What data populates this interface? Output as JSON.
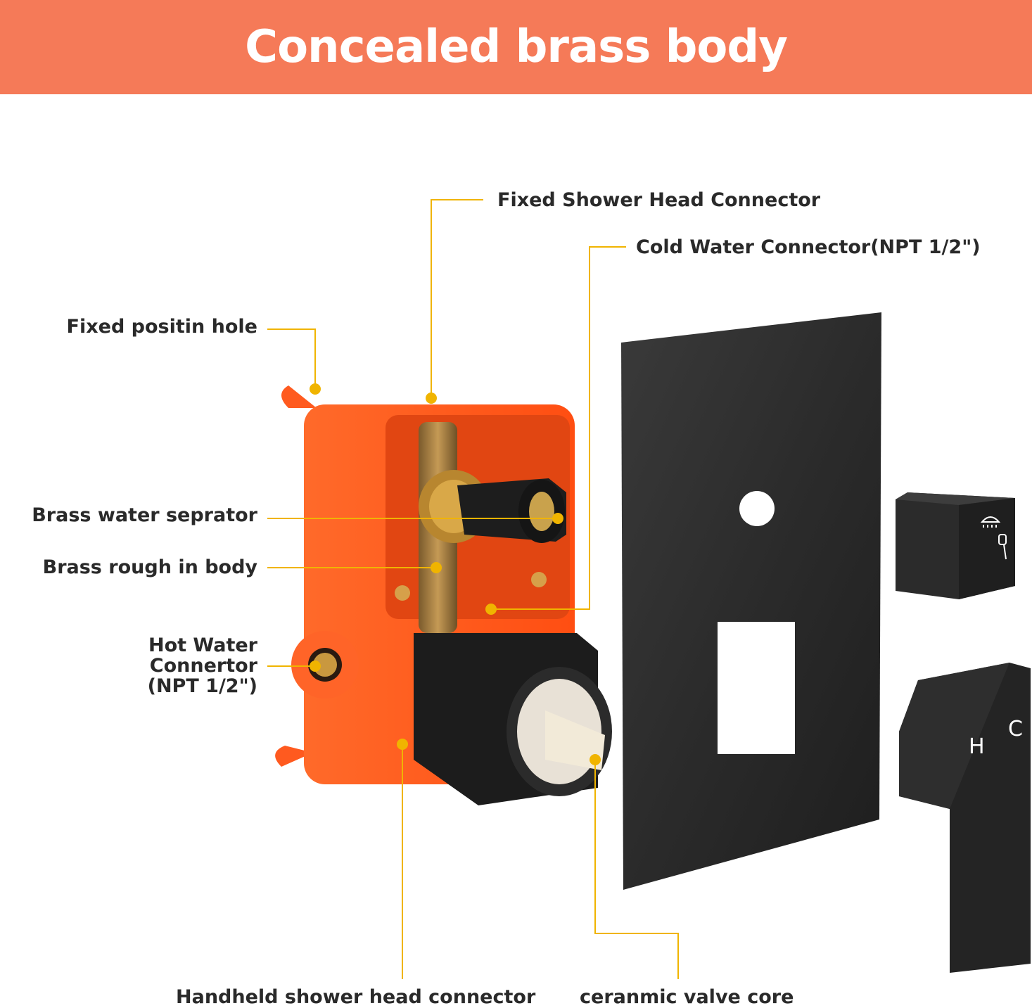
{
  "title": "Concealed brass body",
  "colors": {
    "banner": "#f57a58",
    "leader": "#f0b400",
    "box": "#ff5a1f",
    "panel": "#2a2a2a"
  },
  "labels": {
    "fixed_shower_head_connector": "Fixed Shower Head Connector",
    "cold_water_connector": "Cold Water Connector(NPT 1/2\")",
    "fixed_position_hole": "Fixed positin hole",
    "brass_water_separator": "Brass water seprator",
    "brass_rough_in_body": "Brass rough in body",
    "hot_water_connector": [
      "Hot Water",
      "Connertor",
      "(NPT 1/2\")"
    ],
    "handheld_connector": "Handheld shower head connector",
    "ceramic_valve_core": "ceranmic valve core"
  },
  "handle_marks": {
    "hot": "H",
    "cold": "C"
  }
}
